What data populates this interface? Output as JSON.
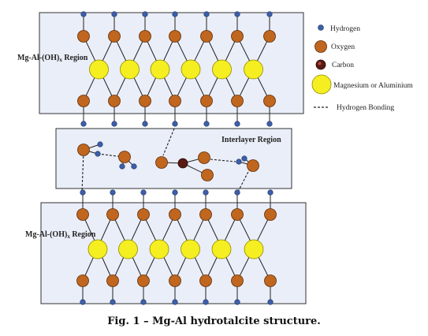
{
  "regions": {
    "top_label_main": "Mg-Al-(OH)",
    "top_label_sub": "x",
    "top_label_tail": " Region",
    "bottom_label_main": "Mg-Al-(OH)",
    "bottom_label_sub": "x",
    "bottom_label_tail": " Region",
    "interlayer_label": "Interlayer Region"
  },
  "legend": {
    "items": [
      {
        "label": "Hydrogen",
        "color": "#3d5fa8",
        "icon": "hydrogen-atom-icon"
      },
      {
        "label": "Oxygen",
        "color": "#c0661f",
        "icon": "oxygen-atom-icon"
      },
      {
        "label": "Carbon",
        "color": "#5a1a14",
        "icon": "carbon-atom-icon"
      },
      {
        "label": "Magnesium or Aluminium",
        "color": "#f5ee21",
        "icon": "metal-atom-icon"
      },
      {
        "label": "Hydrogen Bonding",
        "icon": "dashed-line-icon"
      }
    ]
  },
  "caption": "Fig. 1 – Mg-Al hydrotalcite structure.",
  "colors": {
    "region_fill": "#eaeef8",
    "region_stroke": "#333333",
    "hydrogen": "#3d5fa8",
    "oxygen": "#c0661f",
    "carbon": "#5a1a14",
    "metal": "#f5ee21"
  }
}
